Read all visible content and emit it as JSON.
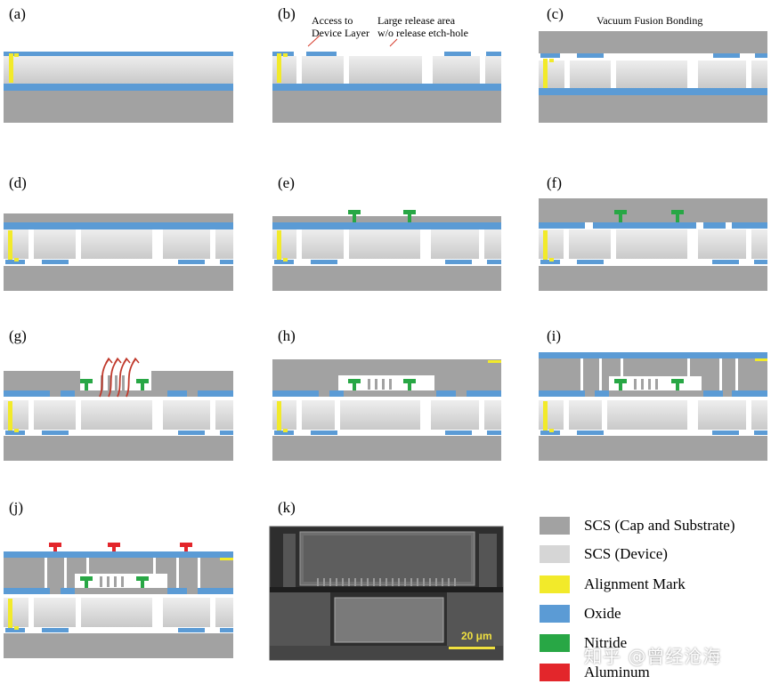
{
  "panels": {
    "a": "(a)",
    "b": "(b)",
    "c": "(c)",
    "d": "(d)",
    "e": "(e)",
    "f": "(f)",
    "g": "(g)",
    "h": "(h)",
    "i": "(i)",
    "j": "(j)",
    "k": "(k)"
  },
  "notes": {
    "access": "Access to\nDevice Layer",
    "release": "Large release area\nw/o release etch-hole",
    "bonding": "Vacuum Fusion Bonding"
  },
  "legend": [
    {
      "label": "SCS (Cap and Substrate)",
      "color": "#a2a2a2"
    },
    {
      "label": "SCS (Device)",
      "color": "#d6d6d6"
    },
    {
      "label": "Alignment Mark",
      "color": "#f2ea2a"
    },
    {
      "label": "Oxide",
      "color": "#5b9bd5"
    },
    {
      "label": "Nitride",
      "color": "#28a745"
    },
    {
      "label": "Aluminum",
      "color": "#e3262b"
    }
  ],
  "sem": {
    "scale_label": "20 μm"
  },
  "watermark": "知乎 @曾经沧海"
}
